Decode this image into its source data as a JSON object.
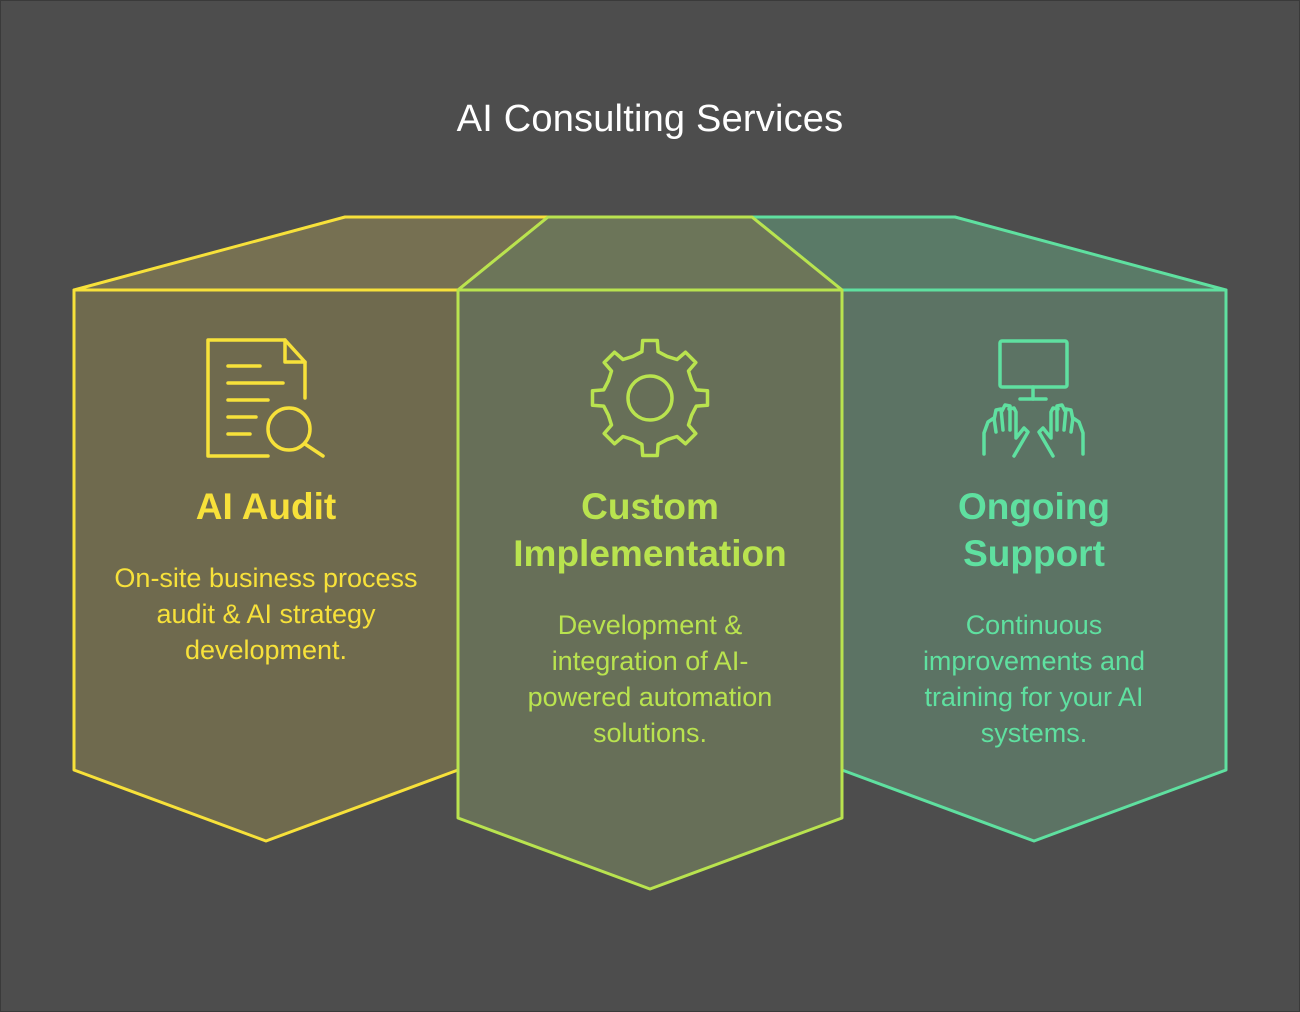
{
  "title": "AI Consulting Services",
  "colors": {
    "background": "#4d4d4d",
    "audit": "#f7e13a",
    "implementation": "#b9e34f",
    "support": "#5fe0a0",
    "audit_fill": "#6f6a4e",
    "implementation_fill": "#676f58",
    "support_fill": "#5c7364"
  },
  "cards": [
    {
      "heading": "AI Audit",
      "description": "On-site business process audit & AI strategy development.",
      "icon": "document-search-icon"
    },
    {
      "heading": "Custom Implementation",
      "description": "Development & integration of AI-powered automation solutions.",
      "icon": "gear-icon"
    },
    {
      "heading": "Ongoing Support",
      "description": "Continuous improvements and training for your AI systems.",
      "icon": "computer-hands-icon"
    }
  ]
}
